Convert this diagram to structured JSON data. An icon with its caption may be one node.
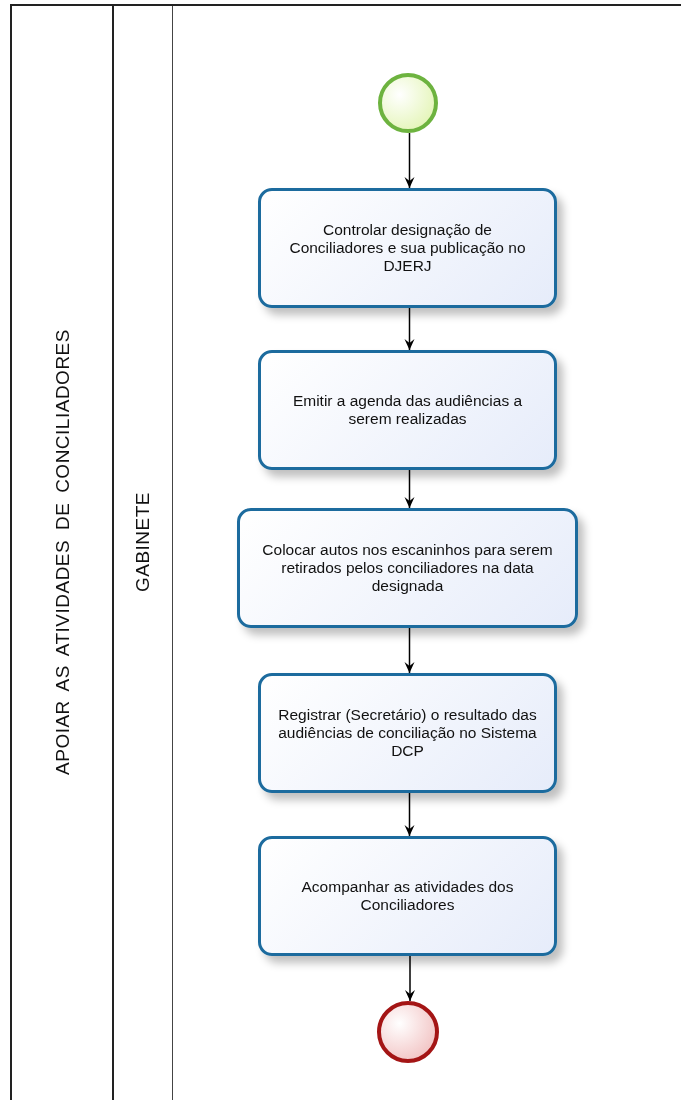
{
  "diagram": {
    "nodes": [
      {
        "text": [
          "APOIAR AS ATIVIDADES DE CONCILIADORES"
        ]
      },
      {
        "text": [
          "GABINETE"
        ],
        "in": 0
      },
      {
        "text": [],
        "shape": "circle",
        "in": 1
      },
      {
        "text": [
          "Controlar designação de Conciliadores e sua publicação no DJERJ"
        ],
        "in": 1
      },
      {
        "text": [
          "Emitir a agenda das audiências a serem realizadas"
        ],
        "in": 1
      },
      {
        "text": [
          "Colocar autos nos escaninhos para serem retirados pelos conciliadores na data designada"
        ],
        "in": 1
      },
      {
        "text": [
          "Registrar (Secretário) o resultado das audiências de conciliação no Sistema DCP"
        ],
        "in": 1
      },
      {
        "text": [
          "Acompanhar as atividades dos Conciliadores"
        ],
        "in": 1
      },
      {
        "text": [],
        "shape": "circle",
        "in": 1
      }
    ],
    "edges": [
      {
        "from": 2,
        "to": 3,
        "arrow": "to"
      },
      {
        "from": 3,
        "to": 4,
        "arrow": "to"
      },
      {
        "from": 4,
        "to": 5,
        "arrow": "to"
      },
      {
        "from": 5,
        "to": 6,
        "arrow": "to"
      },
      {
        "from": 6,
        "to": 7,
        "arrow": "to"
      },
      {
        "from": 7,
        "to": 8,
        "arrow": "to"
      }
    ]
  }
}
